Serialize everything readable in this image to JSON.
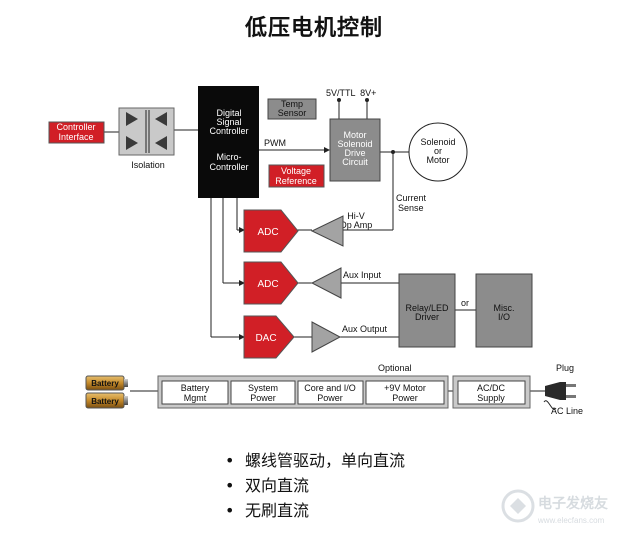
{
  "title": "低压电机控制",
  "blocks": {
    "controller_interface": [
      "Controller",
      "Interface"
    ],
    "isolation": "Isolation",
    "digital_signal_controller": [
      "Digital",
      "Signal",
      "Controller"
    ],
    "micro_controller": [
      "Micro-",
      "Controller"
    ],
    "temp_sensor": [
      "Temp",
      "Sensor"
    ],
    "voltage_reference": [
      "Voltage",
      "Reference"
    ],
    "pwm": "PWM",
    "supply_label": "5V/TTL  8V+",
    "motor_solenoid_drive": [
      "Motor",
      "Solenoid",
      "Drive",
      "Circuit"
    ],
    "solenoid_or_motor": [
      "Solenoid",
      "or",
      "Motor"
    ],
    "current_sense": [
      "Current",
      "Sense"
    ],
    "adc_1": "ADC",
    "adc_2": "ADC",
    "dac": "DAC",
    "hi_v_op_amp": [
      "Hi-V",
      "Op Amp"
    ],
    "aux_input": "Aux Input",
    "aux_output": "Aux Output",
    "relay_led_driver": [
      "Relay/LED",
      "Driver"
    ],
    "or_label": "or",
    "misc_io": [
      "Misc.",
      "I/O"
    ],
    "optional": "Optional",
    "battery_1": "Battery",
    "battery_2": "Battery",
    "battery_mgmt": [
      "Battery",
      "Mgmt"
    ],
    "system_power": [
      "System",
      "Power"
    ],
    "core_io_power": [
      "Core and I/O",
      "Power"
    ],
    "motor_power": [
      "+9V Motor",
      "Power"
    ],
    "ac_dc_supply": [
      "AC/DC",
      "Supply"
    ],
    "plug": "Plug",
    "ac_line": "AC Line"
  },
  "bullets": [
    "螺线管驱动，单向直流",
    "双向直流",
    "无刷直流"
  ],
  "watermark": {
    "text": "电子发烧友",
    "url": "www.elecfans.com"
  },
  "colors": {
    "red_block": "#d11f26",
    "dark_block": "#0a0a0a",
    "gray_block": "#8c8c8c",
    "light_gray": "#c9c9c9",
    "triangle_gray": "#a3a3a3"
  }
}
